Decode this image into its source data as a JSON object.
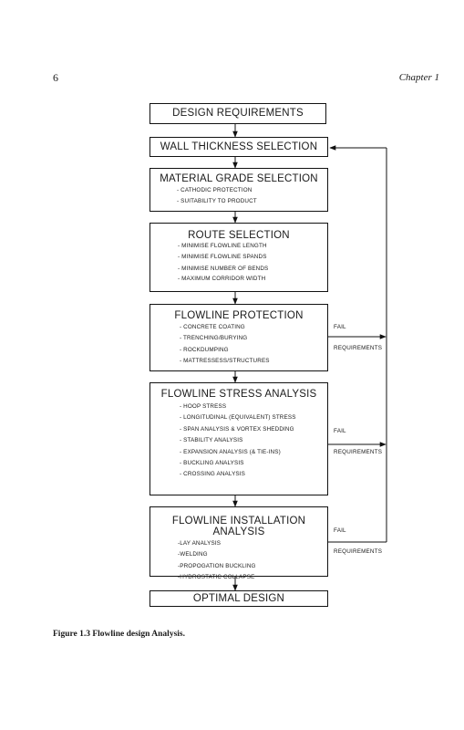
{
  "header": {
    "page_number": "6",
    "chapter": "Chapter 1"
  },
  "flowchart": {
    "design_requirements": "DESIGN REQUIREMENTS",
    "wall_thickness": "WALL THICKNESS SELECTION",
    "material_grade": {
      "title": "MATERIAL GRADE SELECTION",
      "items": [
        "- CATHODIC PROTECTION",
        "- SUITABILITY TO PRODUCT"
      ]
    },
    "route_selection": {
      "title": "ROUTE SELECTION",
      "items": [
        "- MINIMISE FLOWLINE LENGTH",
        "- MINIMISE FLOWLINE SPANDS",
        "- MINIMISE NUMBER OF BENDS",
        "- MAXIMUM CORRIDOR WIDTH"
      ]
    },
    "flowline_protection": {
      "title": "FLOWLINE PROTECTION",
      "items": [
        "- CONCRETE COATING",
        "- TRENCHING/BURYING",
        "- ROCKDUMPING",
        "- MATTRESSESS/STRUCTURES"
      ]
    },
    "stress_analysis": {
      "title": "FLOWLINE STRESS ANALYSIS",
      "items": [
        "- HOOP STRESS",
        "- LONGITUDINAL (EQUIVALENT) STRESS",
        "- SPAN ANALYSIS & VORTEX SHEDDING",
        "- STABILITY ANALYSIS",
        "- EXPANSION ANALYSIS (& TIE-INS)",
        "- BUCKLING ANALYSIS",
        "- CROSSING ANALYSIS"
      ]
    },
    "installation_analysis": {
      "title": "FLOWLINE INSTALLATION ANALYSIS",
      "items": [
        "-LAY ANALYSIS",
        "-WELDING",
        "-PROPOGATION BUCKLING",
        "-HYDROSTATIC COLLAPSE"
      ]
    },
    "optimal_design": "OPTIMAL DESIGN",
    "feedback": {
      "protection_fail": "FAIL",
      "protection_requirements": "REQUIREMENTS",
      "stress_fail": "FAIL",
      "stress_requirements": "REQUIREMENTS",
      "installation_fail": "FAIL",
      "installation_requirements": "REQUIREMENTS"
    }
  },
  "caption": "Figure 1.3 Flowline design Analysis."
}
